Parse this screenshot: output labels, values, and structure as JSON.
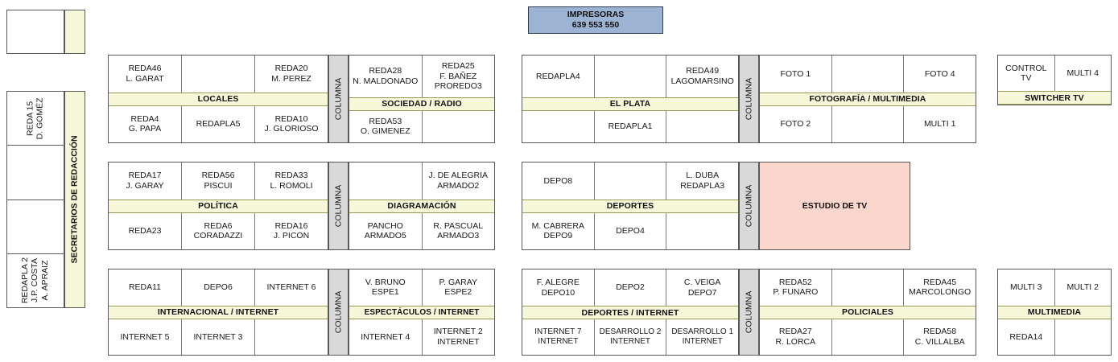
{
  "header": {
    "printers": {
      "title": "IMPRESORAS",
      "codes": "639   553   550",
      "color": "#9db3d4"
    }
  },
  "colors": {
    "label_band": "#f7f7d9",
    "column_strip": "#d9d9d9",
    "studio": "#fbd6cd",
    "printers": "#9db3d4",
    "desk": "#ffffff"
  },
  "left_sidebar": {
    "band_label": "SECRETARIOS DE REDACCIÓN",
    "top_empty_block": {
      "desk": "",
      "band": ""
    },
    "desks": [
      {
        "label": "REDA 15\nD. GOMÉZ"
      },
      {
        "label": ""
      },
      {
        "label": ""
      },
      {
        "label": "REDAPLA 2\nJ.P. COSTA\nA. APRAIZ"
      }
    ]
  },
  "column_strips": [
    {
      "label": "COLUMNA"
    },
    {
      "label": "COLUMNA"
    },
    {
      "label": "COLUMNA"
    },
    {
      "label": "COLUMNA"
    },
    {
      "label": "COLUMNA"
    },
    {
      "label": "COLUMNA"
    },
    {
      "label": "COLUMNA"
    },
    {
      "label": "COLUMNA"
    },
    {
      "label": "COLUMNA"
    }
  ],
  "sections": [
    {
      "id": "locales",
      "title": "LOCALES",
      "top": [
        "REDA46\nL. GARAT",
        "",
        "REDA20\nM. PEREZ"
      ],
      "bottom": [
        "REDA4\nG. PAPA",
        "REDAPLA5",
        "REDA10\nJ. GLORIOSO"
      ]
    },
    {
      "id": "sociedad-radio",
      "title": "SOCIEDAD / RADIO",
      "top": [
        "REDA28\nN. MALDONADO",
        "REDA25\nF. BAÑEZ\nPROREDO3"
      ],
      "bottom": [
        "REDA53\nO. GIMENEZ",
        ""
      ]
    },
    {
      "id": "el-plata",
      "title": "EL PLATA",
      "top": [
        "REDAPLA4",
        "",
        "REDA49\nLAGOMARSINO"
      ],
      "bottom": [
        "",
        "REDAPLA1",
        ""
      ]
    },
    {
      "id": "fotografia-multimedia",
      "title": "FOTOGRAFÍA / MULTIMEDIA",
      "top": [
        "FOTO 1",
        "",
        "FOTO 4"
      ],
      "bottom": [
        "FOTO 2",
        "",
        "MULTI 1"
      ]
    },
    {
      "id": "switcher-tv",
      "title": "SWITCHER TV",
      "top": [
        "CONTROL TV",
        "MULTI 4"
      ],
      "bottom": []
    },
    {
      "id": "politica",
      "title": "POLÍTICA",
      "top": [
        "REDA17\nJ. GARAY",
        "REDA56\nPISCUI",
        "REDA33\nL. ROMOLI"
      ],
      "bottom": [
        "REDA23",
        "REDA6\nCORADAZZI",
        "REDA16\nJ. PICON"
      ]
    },
    {
      "id": "diagramacion",
      "title": "DIAGRAMACIÓN",
      "top": [
        "",
        "J. DE ALEGRIA\nARMADO2"
      ],
      "bottom": [
        "PANCHO\nARMADO5",
        "R. PASCUAL\nARMADO3"
      ]
    },
    {
      "id": "deportes",
      "title": "DEPORTES",
      "top": [
        "DEPO8",
        "",
        "L. DUBA\nREDAPLA3"
      ],
      "bottom": [
        "M. CABRERA\nDEPO9",
        "DEPO4",
        ""
      ]
    },
    {
      "id": "estudio-tv",
      "title": "ESTUDIO DE TV",
      "top": [],
      "bottom": []
    },
    {
      "id": "internacional-internet",
      "title": "INTERNACIONAL / INTERNET",
      "top": [
        "REDA11",
        "DEPO6",
        "INTERNET 6"
      ],
      "bottom": [
        "INTERNET 5",
        "INTERNET 3",
        ""
      ]
    },
    {
      "id": "espectaculos-internet",
      "title": "ESPECTÁCULOS / INTERNET",
      "top": [
        "V. BRUNO\nESPE1",
        "P. GARAY\nESPE2"
      ],
      "bottom": [
        "INTERNET 4",
        "INTERNET 2\nINTERNET"
      ]
    },
    {
      "id": "deportes-internet",
      "title": "DEPORTES / INTERNET",
      "top": [
        "F. ALEGRE\nDEPO10",
        "DEPO2",
        "C. VEIGA\nDEPO7"
      ],
      "bottom": [
        "INTERNET 7\nINTERNET",
        "DESARROLLO 2\nINTERNET",
        "DESARROLLO 1\nINTERNET"
      ]
    },
    {
      "id": "policiales",
      "title": "POLICIALES",
      "top": [
        "REDA52\nP. FUNARO",
        "",
        "REDA45\nMARCOLONGO"
      ],
      "bottom": [
        "REDA27\nR. LORCA",
        "",
        "REDA58\nC. VILLALBA"
      ]
    },
    {
      "id": "multimedia",
      "title": "MULTIMEDIA",
      "top": [
        "MULTI 3",
        "MULTI 2"
      ],
      "bottom": [
        "REDA14",
        ""
      ]
    }
  ]
}
